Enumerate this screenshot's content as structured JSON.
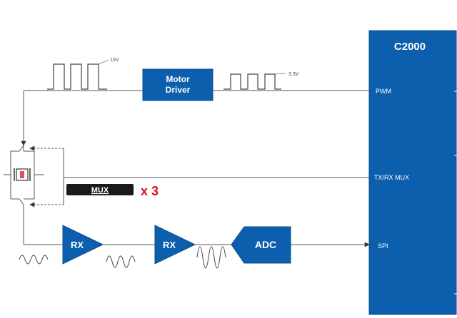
{
  "mcu": {
    "name": "C2000",
    "ports": {
      "pwm": "PWM",
      "txrx": "TX/RX MUX",
      "spi": "SPI"
    }
  },
  "blocks": {
    "motor_driver": {
      "line1": "Motor",
      "line2": "Driver"
    },
    "rx1": "RX",
    "rx2": "RX",
    "adc": "ADC",
    "mux": "MUX"
  },
  "annotations": {
    "v_high": "10V",
    "v_low": "3.3V",
    "mux_count": "x 3"
  },
  "colors": {
    "block_blue": "#0b5fad",
    "block_stroke": "#0a4d8f",
    "line": "#555555",
    "accent_red": "#e01010"
  }
}
